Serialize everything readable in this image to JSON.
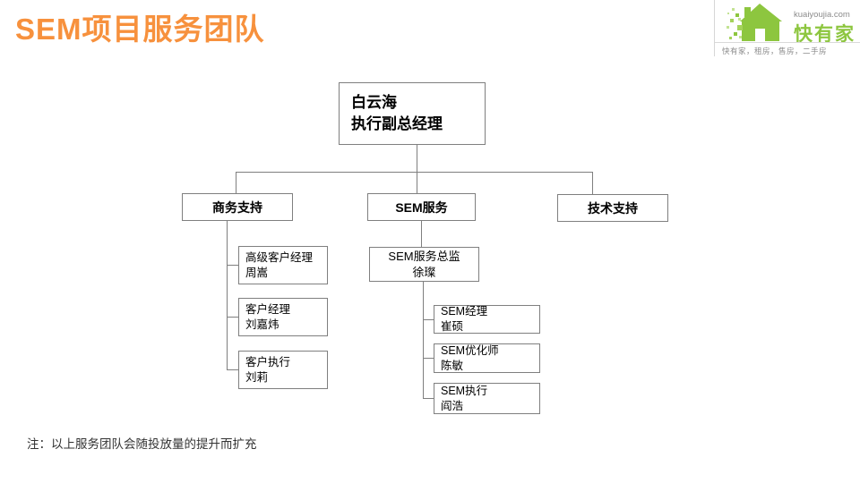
{
  "slide": {
    "title": "SEM项目服务团队",
    "note": "注：以上服务团队会随投放量的提升而扩充"
  },
  "logo": {
    "domain": "kuaiyoujia.com",
    "brand": "快有家",
    "tagline": "快有家，租房，售房，二手房",
    "house_icon": "pixel-house-icon"
  },
  "org_chart": {
    "root": {
      "name": "白云海",
      "title": "执行副总经理"
    },
    "branches": [
      {
        "label": "商务支持",
        "members": [
          {
            "title": "高级客户经理",
            "name": "周嵩"
          },
          {
            "title": "客户经理",
            "name": "刘嘉炜"
          },
          {
            "title": "客户执行",
            "name": "刘莉"
          }
        ]
      },
      {
        "label": "SEM服务",
        "director": {
          "title": "SEM服务总监",
          "name": "徐璨"
        },
        "members": [
          {
            "title": "SEM经理",
            "name": "崔硕"
          },
          {
            "title": "SEM优化师",
            "name": "陈敏"
          },
          {
            "title": "SEM执行",
            "name": "阎浩"
          }
        ]
      },
      {
        "label": "技术支持",
        "members": []
      }
    ]
  },
  "colors": {
    "title_orange": "#F7913D",
    "brand_green": "#8DC63F",
    "box_border_gray": "#7F7F7F",
    "connector_gray": "#7F7F7F"
  }
}
